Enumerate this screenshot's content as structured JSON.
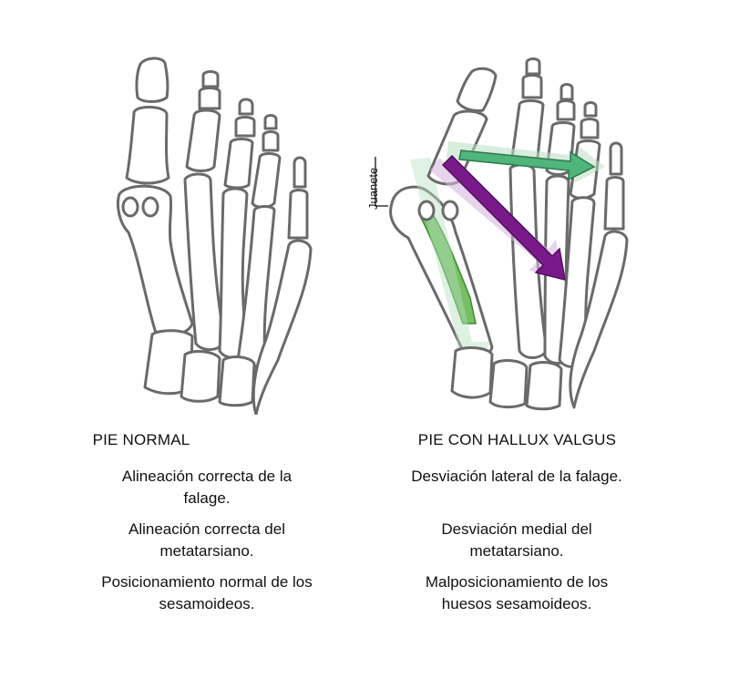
{
  "normal": {
    "title": "PIE NORMAL",
    "points": [
      "Alineación correcta de la falage.",
      "Alineación correcta del metatarsiano.",
      "Posicionamiento normal de los sesamoideos."
    ]
  },
  "hallux": {
    "title": "PIE CON HALLUX VALGUS",
    "points": [
      "Desviación lateral de la falage.",
      "Desviación medial del metatarsiano.",
      "Malposicionamiento de los huesos sesamoideos."
    ],
    "bunion_label": "Juanete"
  },
  "colors": {
    "bone_outline": "#6a6a6a",
    "phalanx_arrow": "#4fb57a",
    "metatarsal_arrow": "#7a1a8a",
    "metatarsal_highlight": "#5fb34a"
  }
}
